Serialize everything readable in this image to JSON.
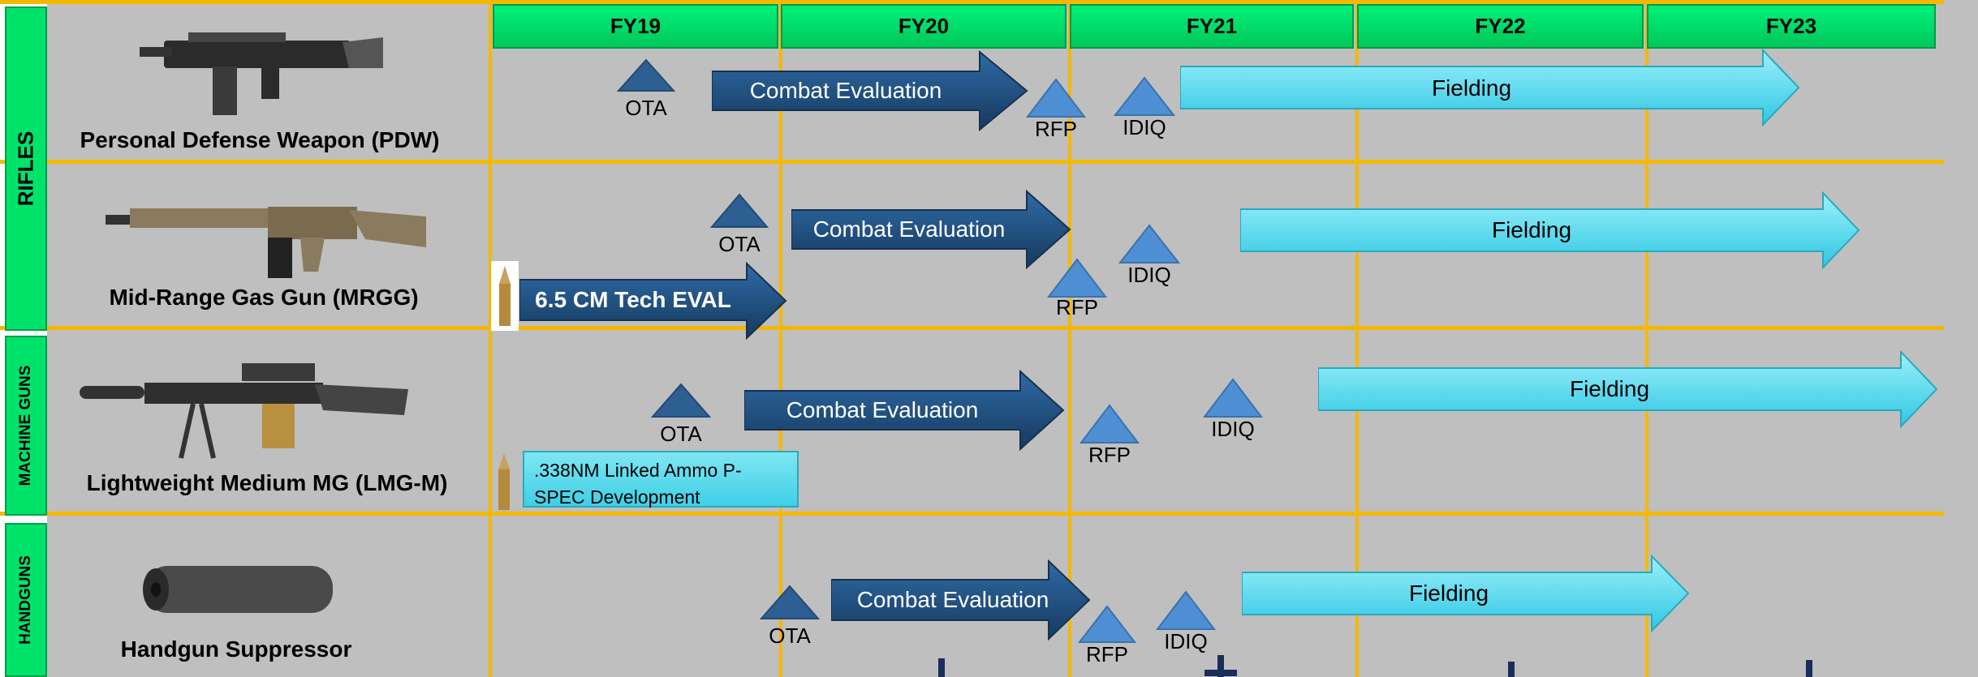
{
  "categories": {
    "rifles": "RIFLES",
    "machine_guns": "MACHINE GUNS",
    "handguns": "HANDGUNS"
  },
  "fiscal_years": [
    "FY19",
    "FY20",
    "FY21",
    "FY22",
    "FY23"
  ],
  "rows": [
    {
      "name": "Personal Defense Weapon (PDW)",
      "milestones": {
        "ota": "OTA",
        "rfp": "RFP",
        "idiq": "IDIQ"
      },
      "bars": {
        "combat_eval": "Combat Evaluation",
        "fielding": "Fielding"
      }
    },
    {
      "name": "Mid-Range Gas Gun (MRGG)",
      "milestones": {
        "ota": "OTA",
        "rfp": "RFP",
        "idiq": "IDIQ"
      },
      "bars": {
        "tech_eval": "6.5 CM Tech EVAL",
        "combat_eval": "Combat Evaluation",
        "fielding": "Fielding"
      }
    },
    {
      "name": "Lightweight Medium MG (LMG-M)",
      "milestones": {
        "ota": "OTA",
        "rfp": "RFP",
        "idiq": "IDIQ"
      },
      "bars": {
        "ammo_dev_line1": ".338NM Linked Ammo P-",
        "ammo_dev_line2": "SPEC Development",
        "combat_eval": "Combat Evaluation",
        "fielding": "Fielding"
      }
    },
    {
      "name": "Handgun Suppressor",
      "milestones": {
        "ota": "OTA",
        "rfp": "RFP",
        "idiq": "IDIQ"
      },
      "bars": {
        "combat_eval": "Combat Evaluation",
        "fielding": "Fielding"
      }
    }
  ],
  "colors": {
    "header_green": "#00e36b",
    "grid_gold": "#f5b800",
    "background_gray": "#bfbfbf",
    "dark_blue_arrow": "#1f4e79",
    "cyan_arrow": "#5fd8ec",
    "milestone_blue": "#4a86c8"
  }
}
